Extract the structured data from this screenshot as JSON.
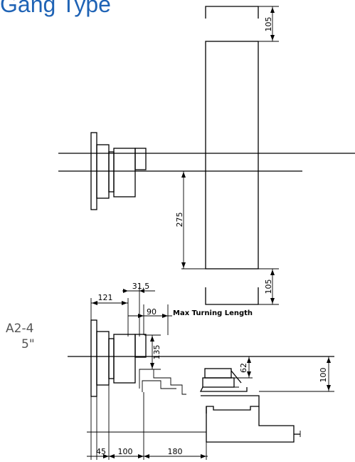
{
  "title": "Gang Type",
  "spindle": {
    "line1": "A2-4",
    "line2": "5\""
  },
  "dimensions": {
    "top_clearance": "105",
    "swing": "275",
    "bottom_clearance": "105",
    "chuck_width": "121",
    "offset": "31.5",
    "turning_gap": "90",
    "max_turning_length": "Max Turning Length",
    "center_height": "135",
    "tool_height": "62",
    "table_height": "100",
    "base_1": "45",
    "base_2": "100",
    "base_3": "180"
  },
  "colors": {
    "title": "#1f63b5",
    "label": "#555555",
    "line": "#000000"
  }
}
